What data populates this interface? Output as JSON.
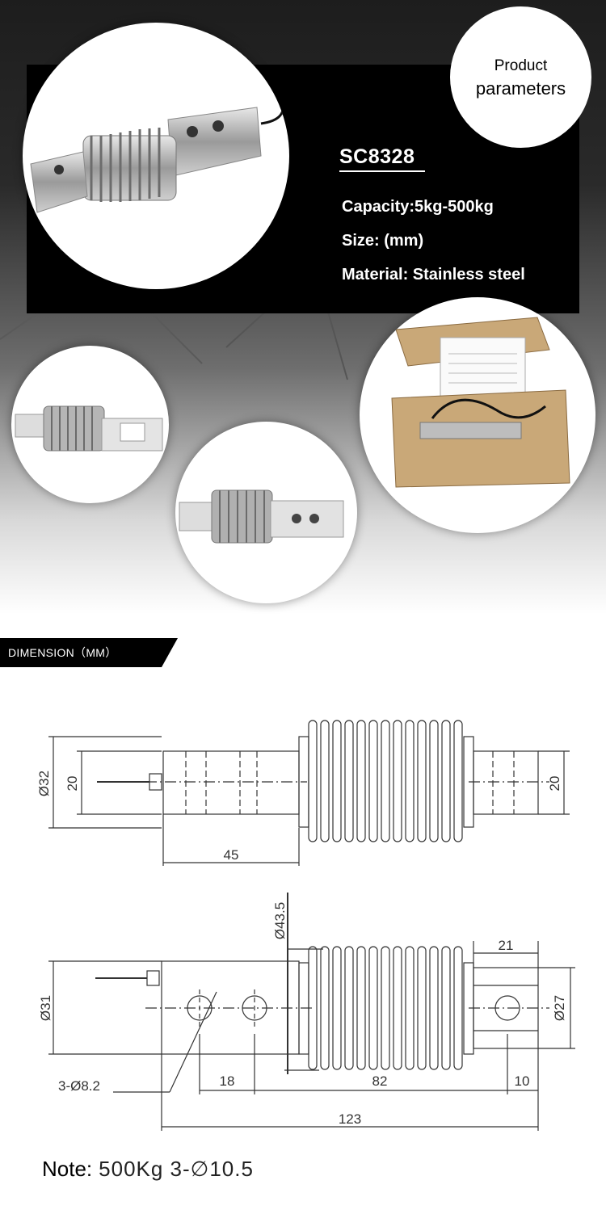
{
  "hero": {
    "bubble_line1": "Product",
    "bubble_line2": "parameters",
    "model": "SC8328",
    "capacity": "Capacity:5kg-500kg",
    "size": "Size: (mm)",
    "material": "Material: Stainless steel"
  },
  "section": {
    "title": "DIMENSION（MM）"
  },
  "dims": {
    "d32": "Ø32",
    "top20_left": "20",
    "top20_right": "20",
    "top45": "45",
    "d43": "Ø43.5",
    "d31": "Ø31",
    "d27": "Ø27",
    "r21": "21",
    "hole": "3-Ø8.2",
    "r18": "18",
    "r82": "82",
    "r10": "10",
    "r123": "123"
  },
  "note": {
    "label": "Note:",
    "value": "500Kg  3-∅10.5"
  },
  "colors": {
    "panel": "#000000",
    "line": "#333333"
  }
}
